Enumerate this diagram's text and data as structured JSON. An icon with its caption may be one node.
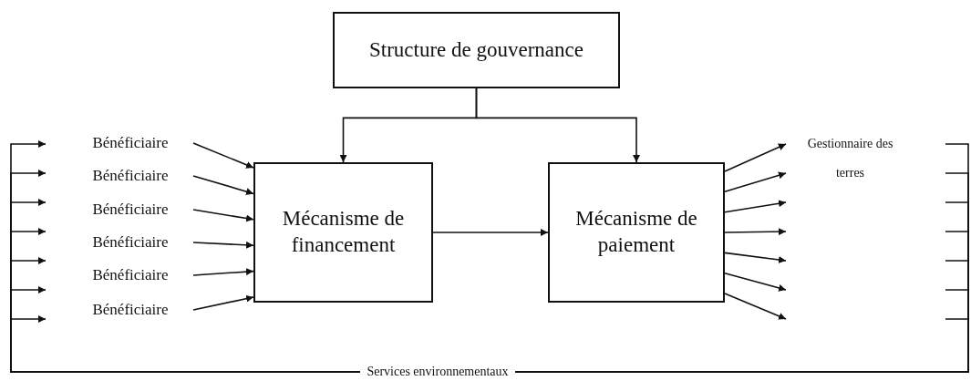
{
  "diagram": {
    "nodes": [
      {
        "text": [
          "Structure de gouvernance"
        ]
      },
      {
        "text": [
          "Mécanisme de financement"
        ]
      },
      {
        "text": [
          "Mécanisme de paiement"
        ]
      },
      {
        "text": [
          "Bénéficiaire"
        ]
      },
      {
        "text": [
          "Bénéficiaire"
        ]
      },
      {
        "text": [
          "Bénéficiaire"
        ]
      },
      {
        "text": [
          "Bénéficiaire"
        ]
      },
      {
        "text": [
          "Bénéficiaire"
        ]
      },
      {
        "text": [
          "Bénéficiaire"
        ]
      },
      {
        "text": [
          "Services environnementaux"
        ]
      }
    ],
    "edges": [
      {
        "from": 0,
        "to": 1,
        "arrow": "to"
      },
      {
        "from": 0,
        "to": 2,
        "arrow": "to"
      },
      {
        "from": 1,
        "to": 2,
        "arrow": "to"
      },
      {
        "from": 3,
        "to": 1,
        "arrow": "to"
      },
      {
        "from": 4,
        "to": 1,
        "arrow": "to"
      },
      {
        "from": 5,
        "to": 1,
        "arrow": "to"
      },
      {
        "from": 6,
        "to": 1,
        "arrow": "to"
      },
      {
        "from": 7,
        "to": 1,
        "arrow": "to"
      },
      {
        "from": 8,
        "to": 1,
        "arrow": "to"
      },
      {
        "from": 2,
        "to": null,
        "arrow": "to"
      },
      {
        "from": 2,
        "to": null,
        "arrow": "to"
      },
      {
        "from": 2,
        "to": null,
        "arrow": "to"
      },
      {
        "from": 2,
        "to": null,
        "arrow": "to"
      },
      {
        "from": 2,
        "to": null,
        "arrow": "to"
      },
      {
        "from": 2,
        "to": null,
        "arrow": "to"
      },
      {
        "from": 2,
        "to": null,
        "arrow": "to"
      },
      {
        "from": null,
        "to": 9,
        "arrow": "none"
      },
      {
        "from": null,
        "to": 9,
        "arrow": "none"
      },
      {
        "from": null,
        "to": 9,
        "arrow": "none"
      },
      {
        "from": null,
        "to": 9,
        "arrow": "none"
      },
      {
        "from": null,
        "to": 9,
        "arrow": "none"
      },
      {
        "from": null,
        "to": 9,
        "arrow": "none"
      },
      {
        "from": null,
        "to": 9,
        "arrow": "none"
      },
      {
        "from": 9,
        "to": null,
        "arrow": "to"
      },
      {
        "from": 9,
        "to": null,
        "arrow": "to"
      },
      {
        "from": 9,
        "to": null,
        "arrow": "to"
      },
      {
        "from": 9,
        "to": null,
        "arrow": "to"
      },
      {
        "from": 9,
        "to": null,
        "arrow": "to"
      },
      {
        "from": 9,
        "to": null,
        "arrow": "to"
      },
      {
        "from": 9,
        "to": null,
        "arrow": "to"
      }
    ],
    "labels": [
      "Gestionnaire des terres"
    ]
  }
}
